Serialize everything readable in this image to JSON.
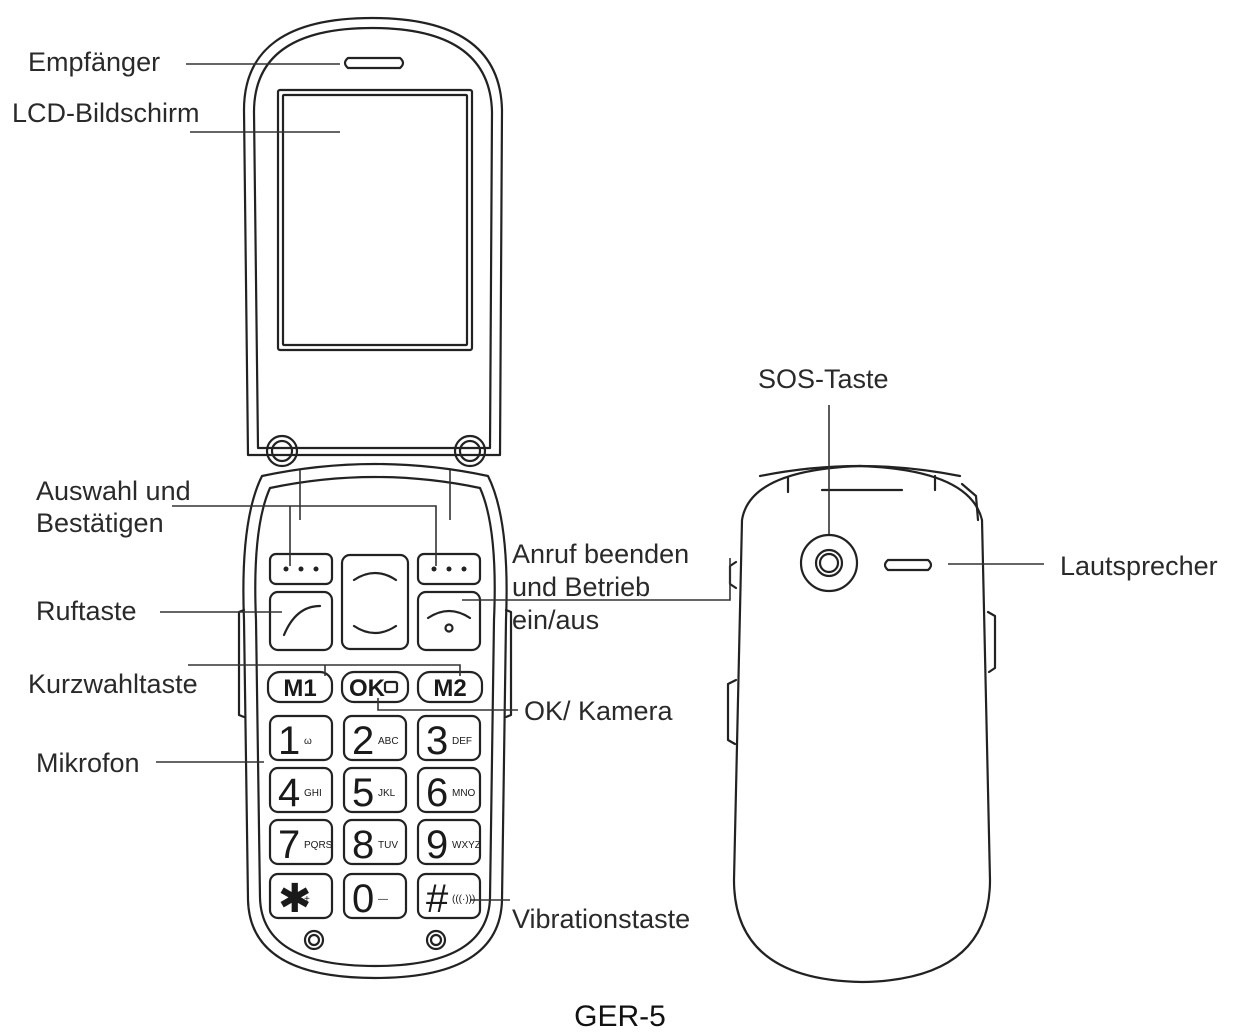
{
  "labels": {
    "receiver": "Empfänger",
    "lcd": "LCD-Bildschirm",
    "select_line1": "Auswahl und",
    "select_line2": "Bestätigen",
    "call_key": "Ruftaste",
    "speed_dial": "Kurzwahltaste",
    "microphone": "Mikrofon",
    "end_line1": "Anruf beenden",
    "end_line2": "und Betrieb",
    "end_line3": "ein/aus",
    "ok_camera": "OK/ Kamera",
    "vibration": "Vibrationstaste",
    "sos": "SOS-Taste",
    "speaker": "Lautsprecher"
  },
  "keys": {
    "m1": "M1",
    "ok": "OK",
    "m2": "M2",
    "digits": [
      {
        "main": "1",
        "sub": "ω"
      },
      {
        "main": "2",
        "sub": "ABC"
      },
      {
        "main": "3",
        "sub": "DEF"
      },
      {
        "main": "4",
        "sub": "GHI"
      },
      {
        "main": "5",
        "sub": "JKL"
      },
      {
        "main": "6",
        "sub": "MNO"
      },
      {
        "main": "7",
        "sub": "PQRS"
      },
      {
        "main": "8",
        "sub": "TUV"
      },
      {
        "main": "9",
        "sub": "WXYZ"
      },
      {
        "main": "✱",
        "sub": "+"
      },
      {
        "main": "0",
        "sub": "—"
      },
      {
        "main": "#",
        "sub": "(((·)))"
      }
    ]
  },
  "caption": "GER-5",
  "colors": {
    "line": "#222222",
    "label": "#2a2a2a",
    "background": "#ffffff"
  }
}
